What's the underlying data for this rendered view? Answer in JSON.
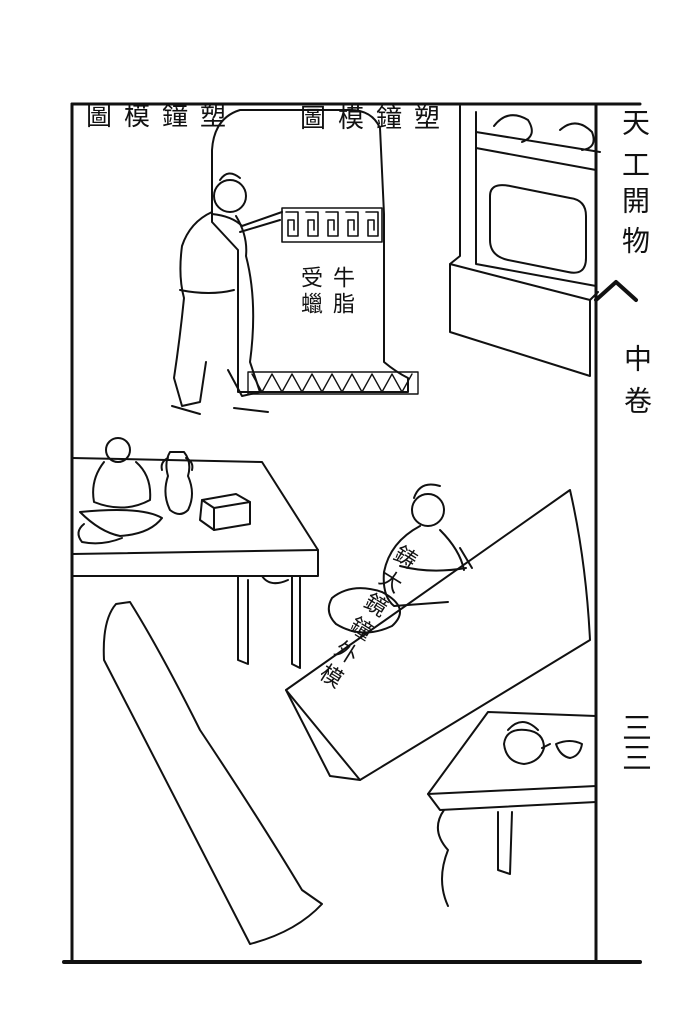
{
  "illustration": {
    "title_left": "圖模鐘塑",
    "title_center": "圖模鐘塑",
    "label_beef_tallow": "牛脂",
    "label_receive_wax": "受蠟",
    "blade_inscription": "鋳大鏡鐘外模",
    "right_margin_chars": [
      "天",
      "工",
      "開",
      "物",
      "中",
      "卷"
    ],
    "page_number": "三三",
    "ink_color": "#111111",
    "paper_color": "#ffffff"
  }
}
